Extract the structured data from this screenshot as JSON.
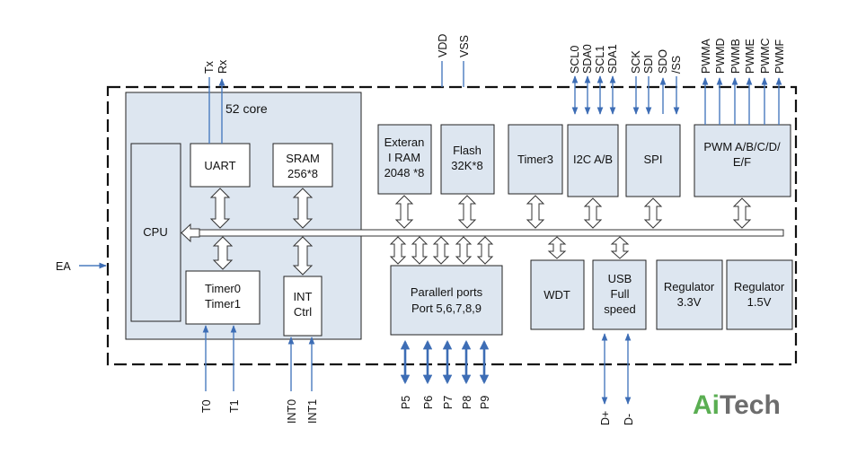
{
  "diagram": {
    "core_title": "52 core",
    "blocks": {
      "cpu": "CPU",
      "uart": "UART",
      "sram": [
        "SRAM",
        "256*8"
      ],
      "timer01": [
        "Timer0",
        "Timer1"
      ],
      "int_ctrl": [
        "INT",
        "Ctrl"
      ],
      "ext_ram": [
        "Exteran",
        "I RAM",
        "2048 *8"
      ],
      "flash": [
        "Flash",
        "32K*8"
      ],
      "timer3": "Timer3",
      "i2c": "I2C A/B",
      "spi": "SPI",
      "pwm": [
        "PWM A/B/C/D/",
        "E/F"
      ],
      "parallel": [
        "Parallerl ports",
        "Port 5,6,7,8,9"
      ],
      "wdt": "WDT",
      "usb": [
        "USB",
        "Full",
        "speed"
      ],
      "reg33": [
        "Regulator",
        "3.3V"
      ],
      "reg15": [
        "Regulator",
        "1.5V"
      ]
    },
    "pins": {
      "ea": "EA",
      "uart": [
        "Tx",
        "Rx"
      ],
      "power": [
        "VDD",
        "VSS"
      ],
      "i2c": [
        "SCL0",
        "SDA0",
        "SCL1",
        "SDA1"
      ],
      "spi": [
        "SCK",
        "SDI",
        "SDO",
        "/SS"
      ],
      "pwm": [
        "PWMA",
        "PWMD",
        "PWMB",
        "PWME",
        "PWMC",
        "PWMF"
      ],
      "timers": [
        "T0",
        "T1"
      ],
      "ints": [
        "INT0",
        "INT1"
      ],
      "ports": [
        "P5",
        "P6",
        "P7",
        "P8",
        "P9"
      ],
      "usb": [
        "D+",
        "D-"
      ]
    }
  },
  "watermark": {
    "ai": "Ai",
    "tech": "Tech",
    "ai_color": "#5aae52",
    "tech_color": "#6d6d6d"
  },
  "colors": {
    "pin_line": "#4a7bbf",
    "core_fill": "#dde6f0"
  }
}
